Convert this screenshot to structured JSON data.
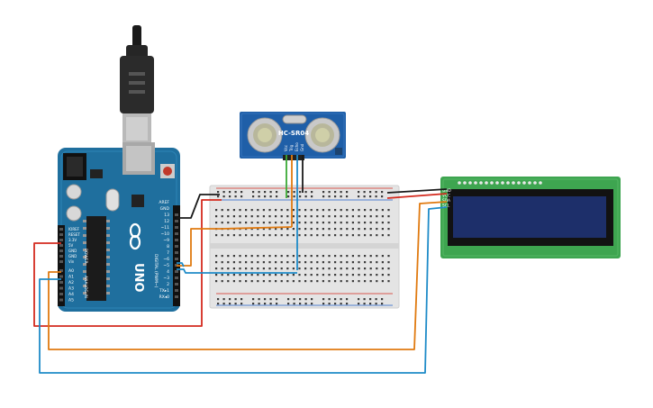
{
  "arduino": {
    "brand": "UNO",
    "aref_label": "AREF",
    "gnd_label": "GND",
    "digital_pins": [
      "13",
      "12",
      "~11",
      "~10",
      "~9",
      "8",
      "7",
      "~6",
      "~5",
      "4",
      "~3",
      "2",
      "TX▸1",
      "RX◂0"
    ],
    "power_pins": [
      "IOREF",
      "RESET",
      "3.3V",
      "5V",
      "GND",
      "GND",
      "Vin"
    ],
    "analog_pins": [
      "A0",
      "A1",
      "A2",
      "A3",
      "A4",
      "A5"
    ],
    "power_label": "POWER",
    "analog_label": "ANALOG IN",
    "digital_label": "DIGITAL (PWM~)"
  },
  "sensor": {
    "model": "HC-SR04",
    "pins": [
      "Vcc",
      "Trig",
      "Echo",
      "Gnd"
    ]
  },
  "lcd": {
    "pins": [
      "GND",
      "VCC",
      "SDA",
      "SCL"
    ]
  },
  "colors": {
    "board_blue": "#1f6f9e",
    "wire_red": "#d42a1e",
    "wire_black": "#1a1a1a",
    "wire_orange": "#e07a10",
    "wire_blue": "#1e8bc8",
    "wire_green": "#3aaa35",
    "lcd_pcb": "#3ea550",
    "lcd_screen": "#1d2f6a"
  }
}
